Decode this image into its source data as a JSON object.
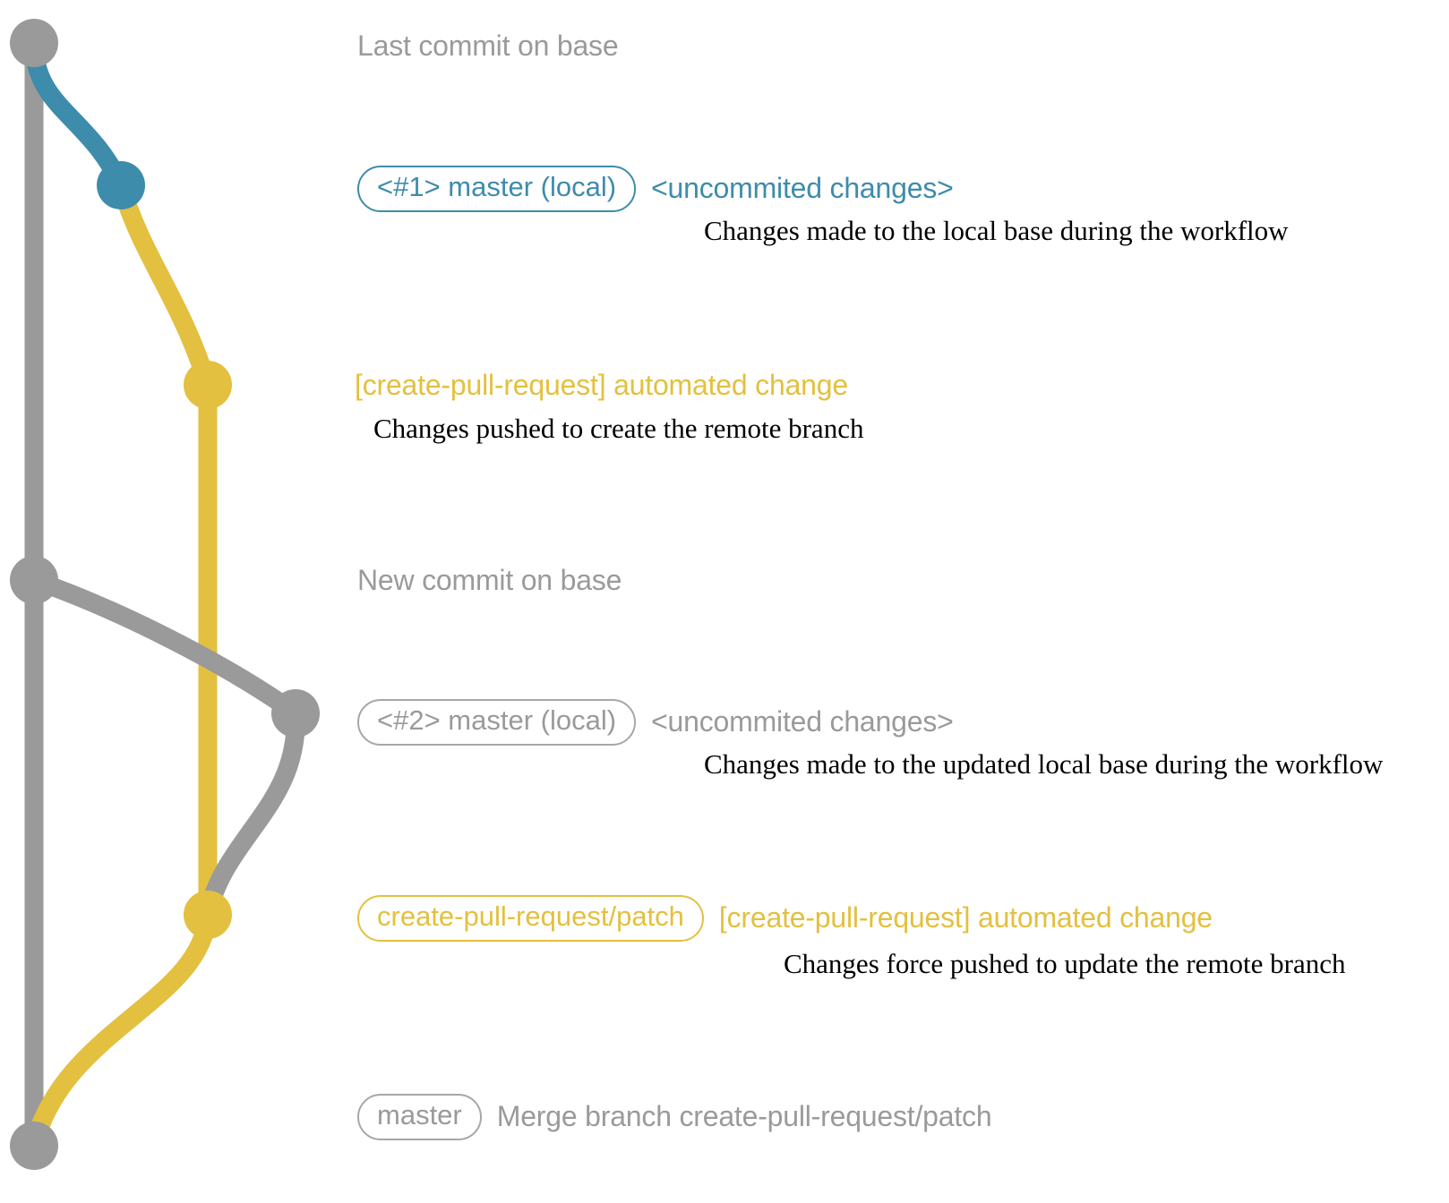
{
  "diagram": {
    "title": "create-pull-request workflow git graph",
    "colors": {
      "base_grey": "#9a9a9a",
      "local_blue": "#3e8cab",
      "patch_yellow": "#e3c03f",
      "caption_black": "#000000",
      "background": "#ffffff"
    }
  },
  "commits": [
    {
      "id": "last-commit-on-base",
      "node_color": "#9a9a9a",
      "branch_label": null,
      "subject": "Last commit on base",
      "subject_color": "#9a9a9a",
      "caption": null
    },
    {
      "id": "master-local-1",
      "node_color": "#3e8cab",
      "branch_label": "<#1> master (local)",
      "subject": "<uncommited changes>",
      "subject_color": "#3e8cab",
      "caption": "Changes made to the local base during the workflow"
    },
    {
      "id": "automated-change-1",
      "node_color": "#e3c03f",
      "branch_label": null,
      "subject": "[create-pull-request] automated change",
      "subject_color": "#e3c03f",
      "caption": "Changes pushed to create the remote branch"
    },
    {
      "id": "new-commit-on-base",
      "node_color": "#9a9a9a",
      "branch_label": null,
      "subject": "New commit on base",
      "subject_color": "#9a9a9a",
      "caption": null
    },
    {
      "id": "master-local-2",
      "node_color": "#9a9a9a",
      "branch_label": "<#2> master (local)",
      "subject": "<uncommited changes>",
      "subject_color": "#9a9a9a",
      "caption": "Changes made to the updated local base during the workflow"
    },
    {
      "id": "automated-change-2",
      "node_color": "#e3c03f",
      "branch_label": "create-pull-request/patch",
      "subject": "[create-pull-request] automated change",
      "subject_color": "#e3c03f",
      "caption": "Changes force pushed to update the remote branch"
    },
    {
      "id": "merge-commit",
      "node_color": "#9a9a9a",
      "branch_label": "master",
      "subject": "Merge branch create-pull-request/patch",
      "subject_color": "#9a9a9a",
      "caption": null
    }
  ]
}
